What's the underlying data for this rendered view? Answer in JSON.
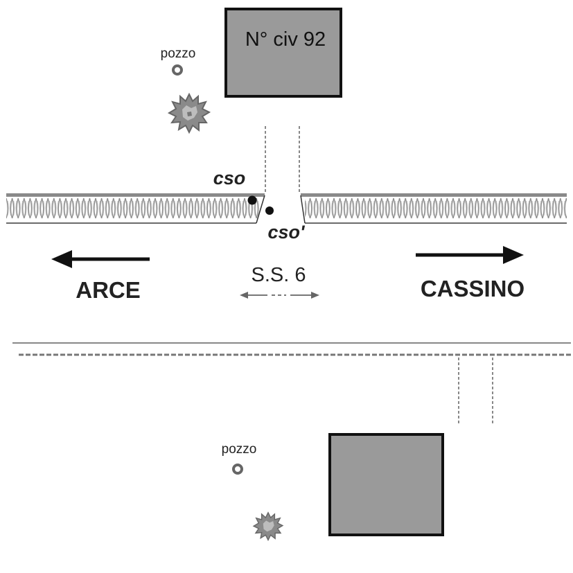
{
  "building_top": {
    "label": "N° civ 92",
    "fill": "#9a9a9a"
  },
  "building_bottom": {
    "label": "",
    "fill": "#9a9a9a"
  },
  "well_top": {
    "label": "pozzo"
  },
  "well_bottom": {
    "label": "pozzo"
  },
  "points": {
    "cso": "cso",
    "cso_prime": "cso'"
  },
  "road": {
    "name": "S.S. 6"
  },
  "directions": {
    "left": "ARCE",
    "right": "CASSINO"
  },
  "icons": {
    "well": "well-circle-icon",
    "bush": "bush-icon",
    "arrow_left": "arrow-left-icon",
    "arrow_right": "arrow-right-icon",
    "double_arrow": "double-arrow-icon"
  },
  "colors": {
    "structure": "#9a9a9a",
    "outline": "#111111",
    "text": "#222222",
    "pipe": "#777777"
  }
}
